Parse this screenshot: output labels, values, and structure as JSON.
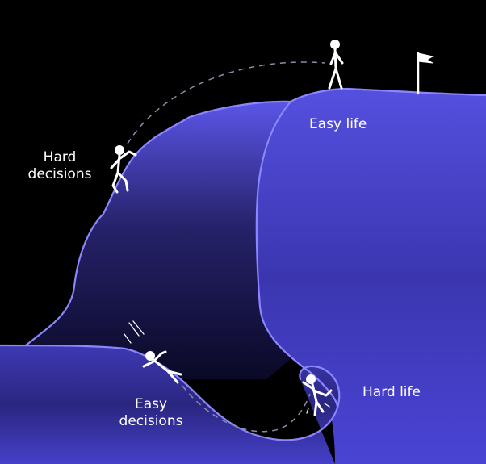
{
  "labels": {
    "hard_decisions": [
      "Hard",
      "decisions"
    ],
    "easy_life": "Easy life",
    "easy_decisions": [
      "Easy",
      "decisions"
    ],
    "hard_life": "Hard life"
  },
  "colors": {
    "background": "#000000",
    "outline": "#8a86ff",
    "fill_light": "#5a54e6",
    "fill_dark": "#0b0a2a",
    "figure": "#ffffff",
    "dashed_path": "#8d8aa8"
  },
  "icons": [
    "flag-icon",
    "stick-figure-climbing",
    "stick-figure-walking",
    "stick-figure-sliding",
    "stick-figure-struggling"
  ]
}
